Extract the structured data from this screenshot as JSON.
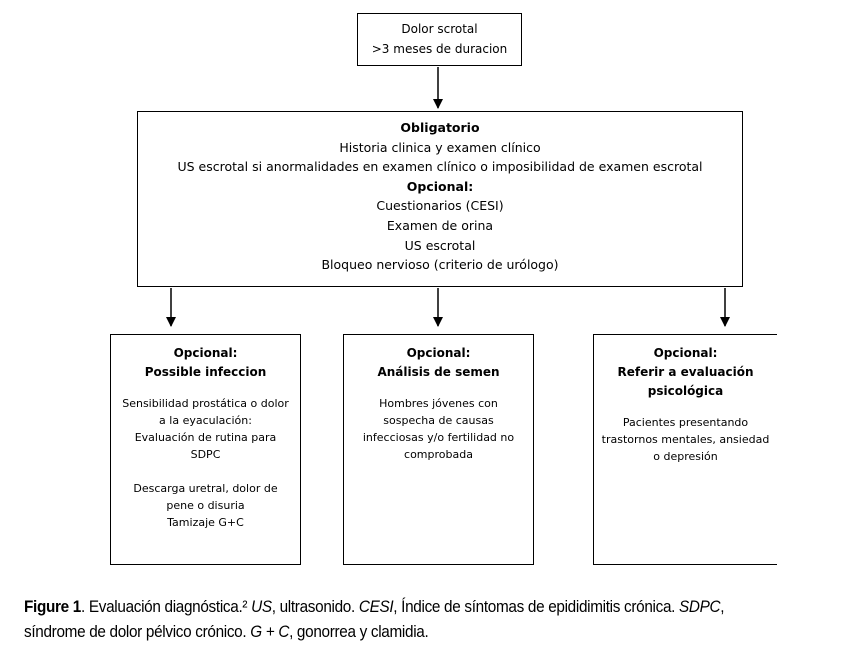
{
  "flowchart": {
    "top_box": {
      "lines": [
        "Dolor scrotal",
        ">3 meses de duracion"
      ]
    },
    "main_box": {
      "mandatory_heading": "Obligatorio",
      "mandatory_items": [
        "Historia clinica y examen clínico",
        "US escrotal si anormalidades en examen clínico o imposibilidad de examen escrotal"
      ],
      "optional_heading": "Opcional:",
      "optional_items": [
        "Cuestionarios (CESI)",
        "Examen de orina",
        "US escrotal",
        "Bloqueo nervioso (criterio de urólogo)"
      ]
    },
    "infection_box": {
      "heading": [
        "Opcional:",
        "Possible infeccion"
      ],
      "group1": [
        "Sensibilidad prostática o dolor",
        "a la eyaculación:",
        "Evaluación de rutina para",
        "SDPC"
      ],
      "group2": [
        "Descarga uretral, dolor de",
        "pene o disuria",
        "Tamizaje G+C"
      ]
    },
    "semen_box": {
      "heading": [
        "Opcional:",
        "Análisis de semen"
      ],
      "body": [
        "Hombres jóvenes con",
        "sospecha de causas",
        "infecciosas y/o fertilidad no",
        "comprobada"
      ]
    },
    "psych_box": {
      "heading": [
        "Opcional:",
        "Referir a evaluación",
        "psicológica"
      ],
      "body": [
        "Pacientes presentando",
        "trastornos mentales, ansiedad",
        "o depresión"
      ]
    }
  },
  "caption": {
    "label": "Figure 1",
    "intro": ". Evaluación diagnóstica.² ",
    "us_abbr": "US",
    "us_def": ", ultrasonido. ",
    "cesi_abbr": "CESI",
    "cesi_def": ", Índice de síntomas de epididimitis crónica. ",
    "sdpc_abbr": "SDPC",
    "sdpc_def_line1": ",",
    "sdpc_def_line2": "síndrome de dolor pélvico crónico. ",
    "gc_abbr": "G + C",
    "gc_def": ", gonorrea y clamidia."
  },
  "colors": {
    "stroke": "#000000",
    "background": "#ffffff"
  }
}
